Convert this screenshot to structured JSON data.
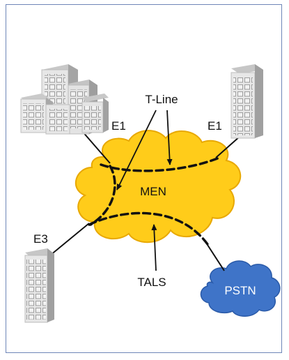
{
  "diagram": {
    "labels": {
      "t_line": "T-Line",
      "e1_left": "E1",
      "e1_right": "E1",
      "e3": "E3",
      "men": "MEN",
      "tals": "TALS",
      "pstn": "PSTN"
    },
    "colors": {
      "frame_border": "#6e86b8",
      "cloud_fill": "#ffcc1a",
      "cloud_stroke": "#e8a800",
      "pstn_fill": "#3f74c8",
      "building_light": "#d4d4d4",
      "building_dark": "#9a9a9a",
      "line": "#111111"
    },
    "nodes": [
      {
        "id": "building-cluster",
        "icon": "office-buildings-icon",
        "link": "E1"
      },
      {
        "id": "building-right",
        "icon": "office-building-icon",
        "link": "E1"
      },
      {
        "id": "building-bottom-left",
        "icon": "office-building-icon",
        "link": "E3"
      },
      {
        "id": "men",
        "icon": "cloud-icon"
      },
      {
        "id": "pstn",
        "icon": "cloud-icon"
      }
    ]
  }
}
